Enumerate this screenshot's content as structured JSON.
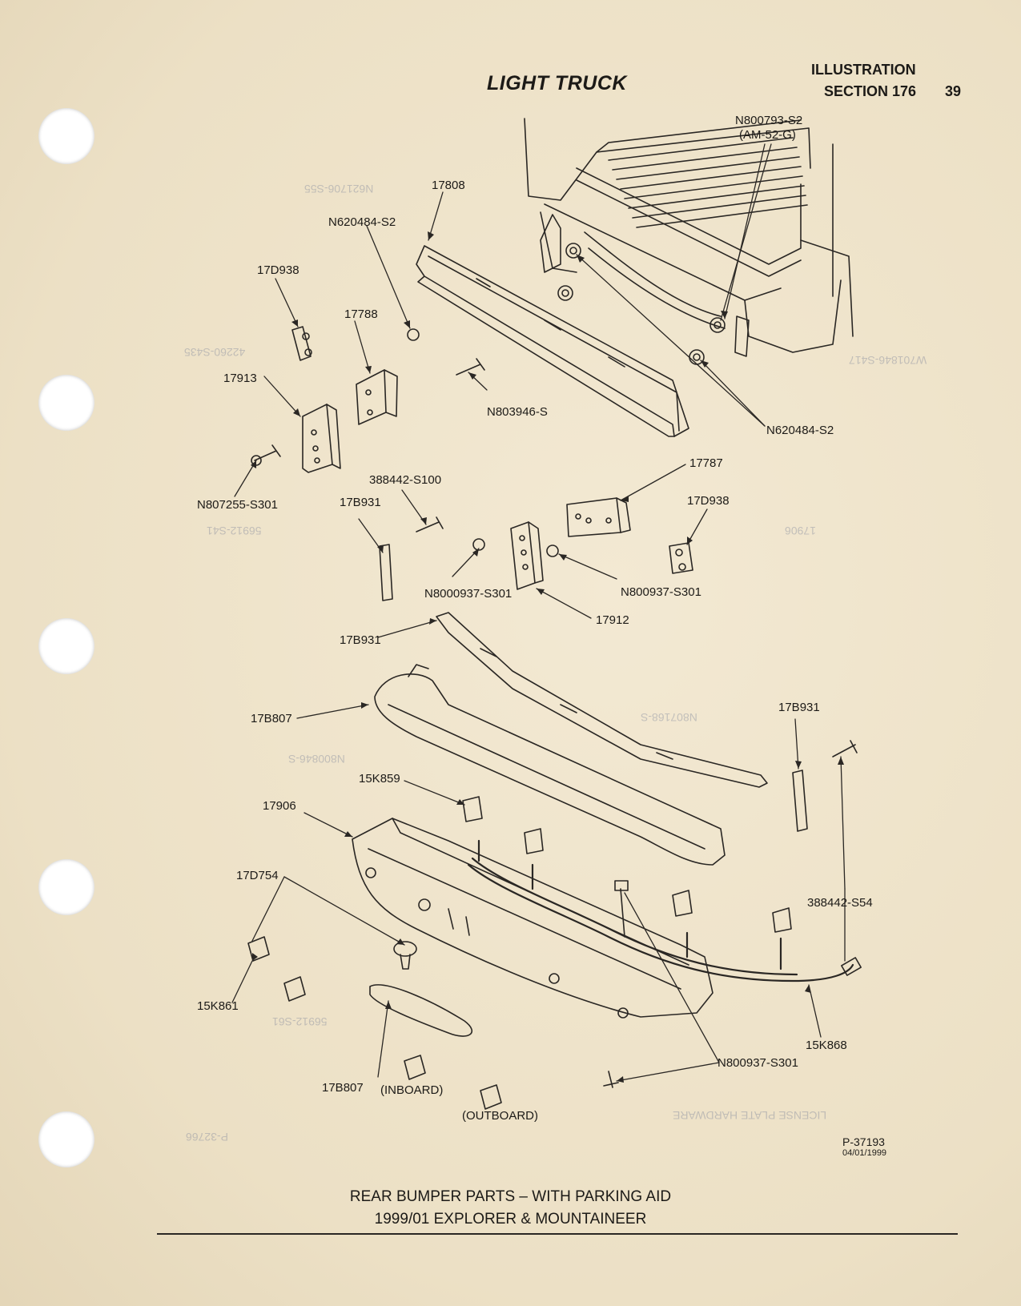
{
  "header": {
    "title": "LIGHT TRUCK",
    "illustration_label": "ILLUSTRATION",
    "section_label": "SECTION 176",
    "page_number": "39"
  },
  "callouts": {
    "n800793_s2": "N800793-S2",
    "am_52_g": "(AM-52-G)",
    "p17808": "17808",
    "n620484_s2_top": "N620484-S2",
    "p17d938_top": "17D938",
    "p17788": "17788",
    "p17913": "17913",
    "n803946_s": "N803946-S",
    "n620484_s2_right": "N620484-S2",
    "n807255_s301": "N807255-S301",
    "p388442_s100": "388442-S100",
    "p17b931_upper": "17B931",
    "p17787": "17787",
    "p17d938_right": "17D938",
    "n8000937_s301": "N8000937-S301",
    "n800937_s301_mid": "N800937-S301",
    "p17912": "17912",
    "p17b931_mid": "17B931",
    "p17b807_mid": "17B807",
    "p17b931_right": "17B931",
    "p15k859": "15K859",
    "p17906": "17906",
    "p17d754": "17D754",
    "p388442_s54": "388442-S54",
    "p15k861": "15K861",
    "p15k868": "15K868",
    "n800937_s301_bottom": "N800937-S301",
    "p17b807_bottom": "17B807",
    "inboard": "(INBOARD)",
    "outboard": "(OUTBOARD)"
  },
  "figure": {
    "id": "P-37193",
    "date": "04/01/1999"
  },
  "caption": {
    "line1": "REAR BUMPER PARTS – WITH PARKING AID",
    "line2": "1999/01 EXPLORER & MOUNTAINEER"
  }
}
